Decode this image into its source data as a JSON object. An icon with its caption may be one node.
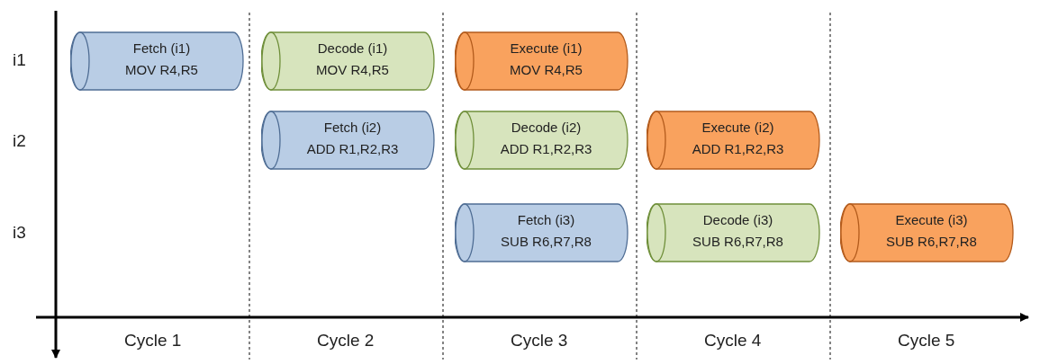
{
  "diagram": {
    "nodes": [
      {
        "text": [
          "Fetch (i1)",
          "MOV R4,R5"
        ]
      },
      {
        "text": [
          "Decode (i1)",
          "MOV R4,R5"
        ]
      },
      {
        "text": [
          "Execute (i1)",
          "MOV R4,R5"
        ]
      },
      {
        "text": [
          "Fetch (i2)",
          "ADD R1,R2,R3"
        ]
      },
      {
        "text": [
          "Decode (i2)",
          "ADD R1,R2,R3"
        ]
      },
      {
        "text": [
          "Execute (i2)",
          "ADD R1,R2,R3"
        ]
      },
      {
        "text": [
          "Fetch (i3)",
          "SUB R6,R7,R8"
        ]
      },
      {
        "text": [
          "Decode (i3)",
          "SUB R6,R7,R8"
        ]
      },
      {
        "text": [
          "Execute (i3)",
          "SUB R6,R7,R8"
        ]
      }
    ],
    "labels": [
      "i1",
      "i2",
      "i3",
      "Cycle 1",
      "Cycle 2",
      "Cycle 3",
      "Cycle 4",
      "Cycle 5"
    ]
  }
}
